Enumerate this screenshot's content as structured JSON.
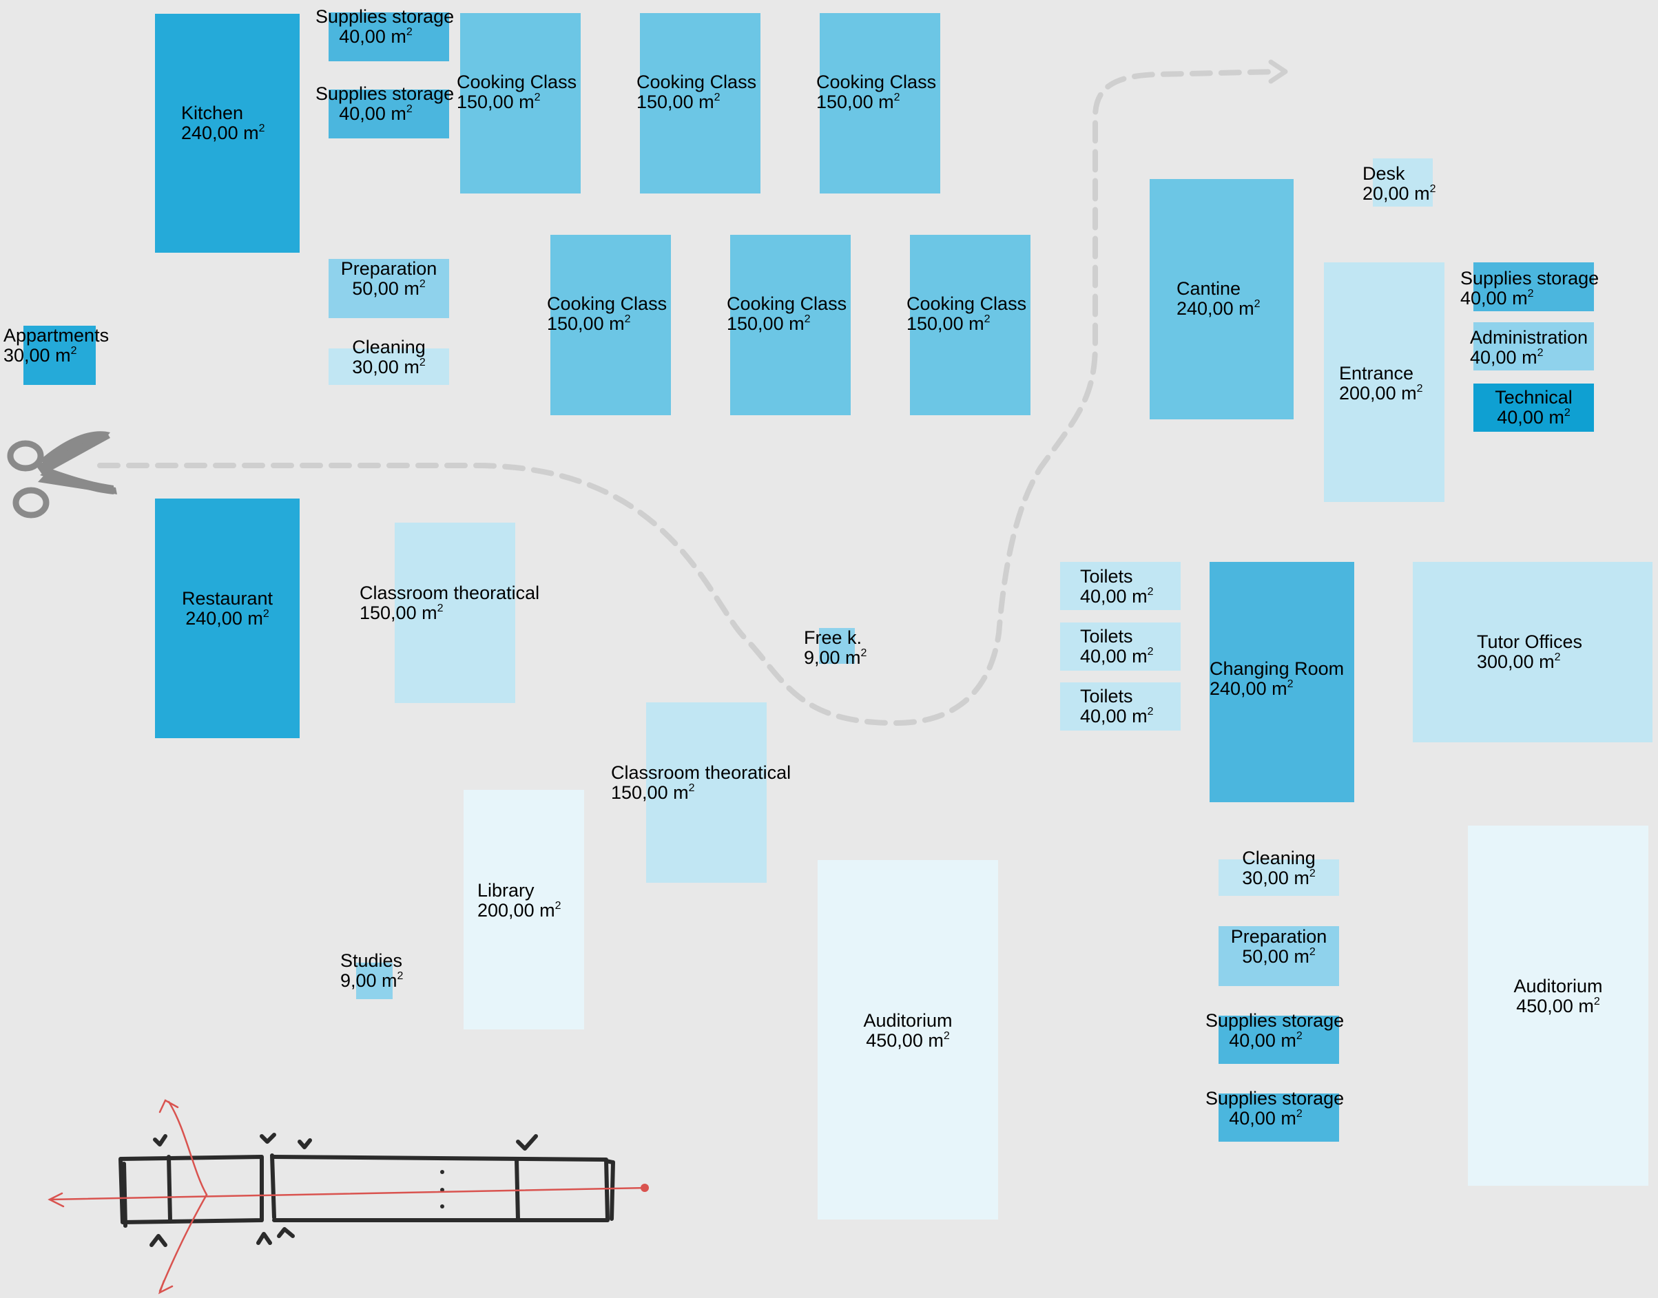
{
  "unit": "m²",
  "colors": {
    "background": "#e8e8e8",
    "tone1": "#0fa0d2",
    "tone2": "#25aad9",
    "tone3": "#4bb6de",
    "tone4": "#6cc6e5",
    "tone5": "#8fd2ec",
    "tone6": "#c1e6f3",
    "tone7": "#e7f5fa",
    "path_dash": "#cfcfcf",
    "scissors": "#8a8a8a",
    "sketch_ink": "#2b2b2b",
    "sketch_red": "#d9534f"
  },
  "rooms": [
    {
      "id": "kitchen",
      "name": "Kitchen",
      "area": "240,00 m",
      "tone": "tone2"
    },
    {
      "id": "supplies-storage-1",
      "name": "Supplies storage",
      "area": "40,00 m",
      "tone": "tone3"
    },
    {
      "id": "supplies-storage-2",
      "name": "Supplies storage",
      "area": "40,00 m",
      "tone": "tone3"
    },
    {
      "id": "cooking-class-1",
      "name": "Cooking Class",
      "area": "150,00 m",
      "tone": "tone4"
    },
    {
      "id": "cooking-class-2",
      "name": "Cooking Class",
      "area": "150,00 m",
      "tone": "tone4"
    },
    {
      "id": "cooking-class-3",
      "name": "Cooking Class",
      "area": "150,00 m",
      "tone": "tone4"
    },
    {
      "id": "preparation-1",
      "name": "Preparation",
      "area": "50,00 m",
      "tone": "tone5"
    },
    {
      "id": "cleaning-1",
      "name": "Cleaning",
      "area": "30,00 m",
      "tone": "tone6"
    },
    {
      "id": "cooking-class-4",
      "name": "Cooking Class",
      "area": "150,00 m",
      "tone": "tone4"
    },
    {
      "id": "cooking-class-5",
      "name": "Cooking Class",
      "area": "150,00 m",
      "tone": "tone4"
    },
    {
      "id": "cooking-class-6",
      "name": "Cooking Class",
      "area": "150,00 m",
      "tone": "tone4"
    },
    {
      "id": "appartments",
      "name": "Appartments",
      "area": "30,00 m",
      "tone": "tone2"
    },
    {
      "id": "cantine",
      "name": "Cantine",
      "area": "240,00 m",
      "tone": "tone4"
    },
    {
      "id": "desk",
      "name": "Desk",
      "area": "20,00 m",
      "tone": "tone6"
    },
    {
      "id": "entrance",
      "name": "Entrance",
      "area": "200,00 m",
      "tone": "tone6"
    },
    {
      "id": "supplies-storage-3",
      "name": "Supplies storage",
      "area": "40,00 m",
      "tone": "tone3"
    },
    {
      "id": "administration",
      "name": "Administration",
      "area": "40,00 m",
      "tone": "tone5"
    },
    {
      "id": "technical",
      "name": "Technical",
      "area": "40,00 m",
      "tone": "tone1"
    },
    {
      "id": "restaurant",
      "name": "Restaurant",
      "area": "240,00 m",
      "tone": "tone2"
    },
    {
      "id": "classroom-theoretical-1",
      "name": "Classroom theoratical",
      "area": "150,00 m",
      "tone": "tone6"
    },
    {
      "id": "free-k",
      "name": "Free k.",
      "area": "9,00 m",
      "tone": "tone5"
    },
    {
      "id": "toilets-1",
      "name": "Toilets",
      "area": "40,00 m",
      "tone": "tone6"
    },
    {
      "id": "toilets-2",
      "name": "Toilets",
      "area": "40,00 m",
      "tone": "tone6"
    },
    {
      "id": "toilets-3",
      "name": "Toilets",
      "area": "40,00 m",
      "tone": "tone6"
    },
    {
      "id": "changing-room",
      "name": "Changing Room",
      "area": "240,00 m",
      "tone": "tone3"
    },
    {
      "id": "tutor-offices",
      "name": "Tutor Offices",
      "area": "300,00 m",
      "tone": "tone6"
    },
    {
      "id": "classroom-theoretical-2",
      "name": "Classroom theoratical",
      "area": "150,00 m",
      "tone": "tone6"
    },
    {
      "id": "library",
      "name": "Library",
      "area": "200,00 m",
      "tone": "tone7"
    },
    {
      "id": "studies",
      "name": "Studies",
      "area": "9,00 m",
      "tone": "tone5"
    },
    {
      "id": "auditorium-1",
      "name": "Auditorium",
      "area": "450,00 m",
      "tone": "tone7"
    },
    {
      "id": "cleaning-2",
      "name": "Cleaning",
      "area": "30,00 m",
      "tone": "tone6"
    },
    {
      "id": "preparation-2",
      "name": "Preparation",
      "area": "50,00 m",
      "tone": "tone5"
    },
    {
      "id": "supplies-storage-4",
      "name": "Supplies storage",
      "area": "40,00 m",
      "tone": "tone3"
    },
    {
      "id": "supplies-storage-5",
      "name": "Supplies storage",
      "area": "40,00 m",
      "tone": "tone3"
    },
    {
      "id": "auditorium-2",
      "name": "Auditorium",
      "area": "450,00 m",
      "tone": "tone7"
    }
  ],
  "superscript": "2"
}
